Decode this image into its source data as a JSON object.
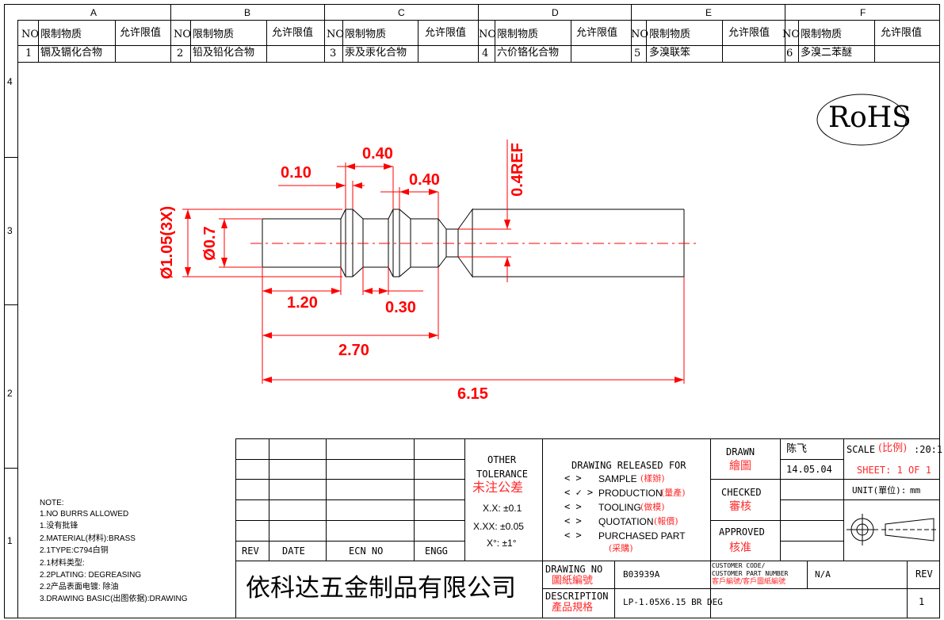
{
  "zones": {
    "columns": [
      "A",
      "B",
      "C",
      "D",
      "E",
      "F"
    ],
    "rows": [
      "4",
      "3",
      "2",
      "1"
    ]
  },
  "restricted_table": {
    "headers": {
      "no": "NO",
      "substance": "限制物质",
      "limit": "允许限值"
    },
    "items": [
      {
        "no": "1",
        "substance": "镉及镉化合物",
        "limit": ""
      },
      {
        "no": "2",
        "substance": "铅及铅化合物",
        "limit": ""
      },
      {
        "no": "3",
        "substance": "汞及汞化合物",
        "limit": ""
      },
      {
        "no": "4",
        "substance": "六价铬化合物",
        "limit": ""
      },
      {
        "no": "5",
        "substance": "多溴联笨",
        "limit": ""
      },
      {
        "no": "6",
        "substance": "多溴二苯醚",
        "limit": ""
      }
    ]
  },
  "rohs_label": "RoHS",
  "dimensions": {
    "d_0_10": "0.10",
    "d_0_40_top": "0.40",
    "d_0_40_right": "0.40",
    "d_0_4ref": "0.4REF",
    "d_dia105": "Ø1.05(3X)",
    "d_dia07": "Ø0.7",
    "d_1_20": "1.20",
    "d_0_30": "0.30",
    "d_2_70": "2.70",
    "d_6_15": "6.15"
  },
  "notes": [
    "NOTE:",
    "1.NO BURRS ALLOWED",
    "1.没有批锋",
    "2.MATERIAL(材料):BRASS",
    "2.1TYPE:C794白铜",
    "2.1材料类型:",
    "2.2PLATING: DEGREASING",
    "2.2产品表面电镀: 除油",
    "3.DRAWING BASIC(出图依据):DRAWING"
  ],
  "title_block": {
    "rev_headers": {
      "rev": "REV",
      "date": "DATE",
      "ecn": "ECN NO",
      "engg": "ENGG"
    },
    "company": "依科达五金制品有限公司",
    "tolerance": {
      "title1": "OTHER",
      "title2": "TOLERANCE",
      "title_cn": "未注公差",
      "xx": "X.X: ±0.1",
      "xxx": "X.XX: ±0.05",
      "angle": "X°: ±1°"
    },
    "release": {
      "title": "DRAWING RELEASED FOR",
      "items": [
        {
          "mark": "<   >",
          "label": "SAMPLE",
          "cn": "(樣辦)",
          "checked": false
        },
        {
          "mark": "< ✓ >",
          "label": "PRODUCTION",
          "cn": "(量產)",
          "checked": true
        },
        {
          "mark": "<   >",
          "label": "TOOLING",
          "cn": "(做模)",
          "checked": false
        },
        {
          "mark": "<   >",
          "label": "QUOTATION",
          "cn": "(報價)",
          "checked": false
        },
        {
          "mark": "<   >",
          "label": "PURCHASED PART",
          "cn": "(采購)",
          "checked": false
        }
      ]
    },
    "drawn": {
      "label": "DRAWN",
      "cn": "繪圖",
      "name": "陈飞",
      "date": "14.05.04"
    },
    "checked": {
      "label": "CHECKED",
      "cn": "審核"
    },
    "approved": {
      "label": "APPROVED",
      "cn": "核准"
    },
    "scale": {
      "label": "SCALE",
      "cn": "(比例)",
      "value": ":20:1"
    },
    "sheet": "SHEET:  1 OF 1",
    "unit": {
      "label": "UNIT(單位):",
      "value": "mm"
    },
    "drawing_no": {
      "label": "DRAWING NO",
      "cn": "圖紙編號",
      "value": "B03939A"
    },
    "customer_code": {
      "line1": "CUSTOMER CODE/",
      "line2": "CUSTOMER PART NUMBER",
      "cn": "客戶編號/客戶圖紙編號",
      "value": "N/A"
    },
    "rev_label": "REV",
    "rev_value": "1",
    "description": {
      "label": "DESCRIPTION",
      "cn": "產品規格",
      "value": "LP-1.05X6.15 BR DEG"
    }
  },
  "colors": {
    "line": "#000000",
    "dimension": "#ff0000",
    "center": "#ff0000"
  }
}
